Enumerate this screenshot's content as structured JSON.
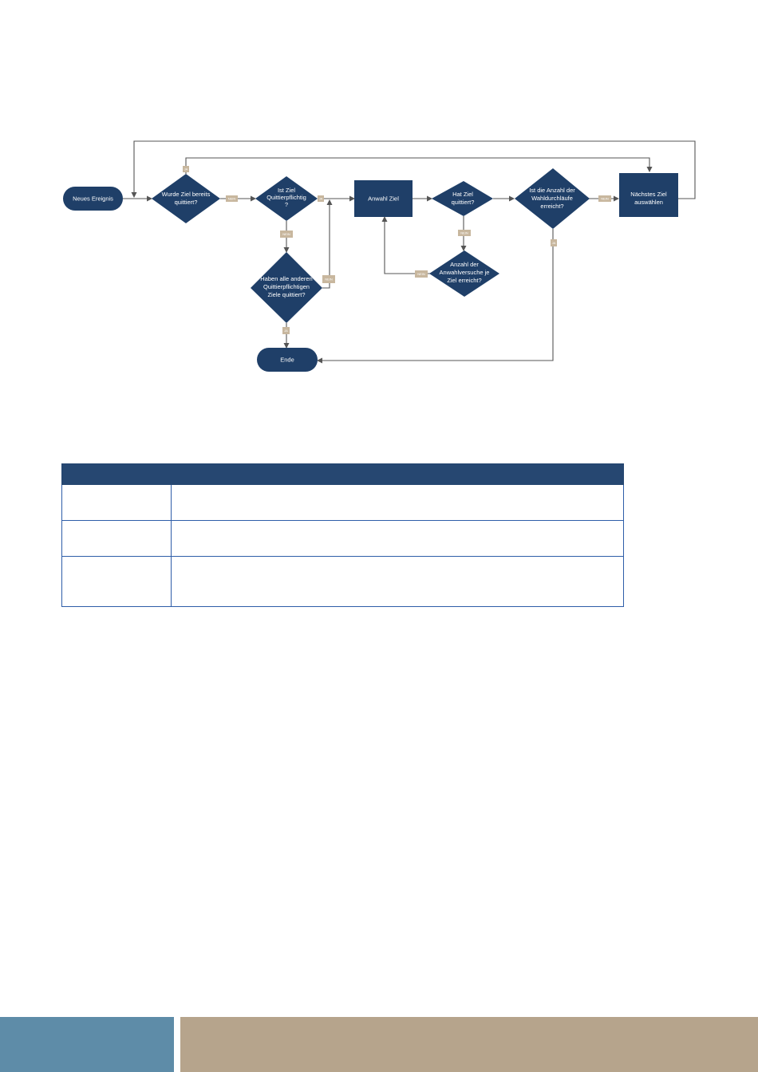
{
  "flowchart": {
    "nodes": {
      "neues_ereignis": "Neues Ereignis",
      "wurde_ziel_quittiert": [
        "Wurde Ziel bereits",
        "quittiert?"
      ],
      "ist_ziel_quittierpflichtig": [
        "Ist Ziel",
        "Quittierpflichtig",
        "?"
      ],
      "haben_alle_anderen": [
        "Haben alle anderen",
        "Quittierpflichtigen",
        "Ziele quittiert?"
      ],
      "ende": "Ende",
      "anwahl_ziel": "Anwahl Ziel",
      "hat_ziel_quittiert": [
        "Hat Ziel",
        "quittiert?"
      ],
      "anzahl_anwahlversuche": [
        "Anzahl der",
        "Anwahlversuche je",
        "Ziel erreicht?"
      ],
      "anzahl_wahldurchlaeufe": [
        "Ist die Anzahl der",
        "Wahldurchläufe",
        "erreicht?"
      ],
      "naechstes_ziel": [
        "Nächstes Ziel",
        "auswählen"
      ]
    },
    "edge_labels": {
      "nein": "NEIN",
      "ja": "JA"
    }
  },
  "table": {
    "header": [
      "",
      ""
    ],
    "rows": [
      [
        "",
        ""
      ],
      [
        "",
        ""
      ],
      [
        "",
        ""
      ]
    ]
  },
  "colors": {
    "node": "#1f3f68",
    "edge_label": "#c8b79e",
    "table_header": "#264771",
    "table_border": "#2e5da8",
    "footer_left": "#5e8ca8",
    "footer_right": "#b6a48c"
  }
}
